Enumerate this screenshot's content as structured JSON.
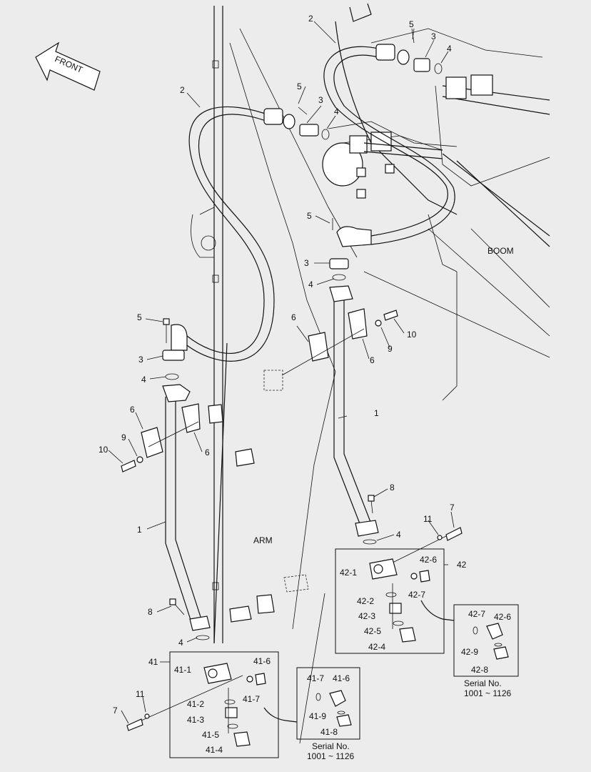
{
  "front_label": "FRONT",
  "regions": {
    "boom": "BOOM",
    "arm": "ARM"
  },
  "callouts": {
    "c1a": "1",
    "c1b": "1",
    "c2a": "2",
    "c2b": "2",
    "c3a": "3",
    "c3b": "3",
    "c3c": "3",
    "c3d": "3",
    "c4a": "4",
    "c4b": "4",
    "c4c": "4",
    "c4d": "4",
    "c4e": "4",
    "c4f": "4",
    "c5a": "5",
    "c5b": "5",
    "c5c": "5",
    "c5d": "5",
    "c6a": "6",
    "c6b": "6",
    "c6c": "6",
    "c6d": "6",
    "c7a": "7",
    "c7b": "7",
    "c8a": "8",
    "c8b": "8",
    "c9a": "9",
    "c9b": "9",
    "c10a": "10",
    "c10b": "10",
    "c11a": "11",
    "c11b": "11"
  },
  "assembly_41": {
    "label": "41",
    "parts": [
      "41-1",
      "41-2",
      "41-3",
      "41-4",
      "41-5",
      "41-6",
      "41-7"
    ],
    "inset": {
      "parts": [
        "41-7",
        "41-6",
        "41-9",
        "41-8"
      ],
      "serial_title": "Serial No.",
      "serial_range": "1001 ~ 1126"
    }
  },
  "assembly_42": {
    "label": "42",
    "parts": [
      "42-1",
      "42-2",
      "42-3",
      "42-4",
      "42-5",
      "42-6",
      "42-7"
    ],
    "inset": {
      "parts": [
        "42-7",
        "42-6",
        "42-9",
        "42-8"
      ],
      "serial_title": "Serial No.",
      "serial_range": "1001 ~ 1126"
    }
  }
}
